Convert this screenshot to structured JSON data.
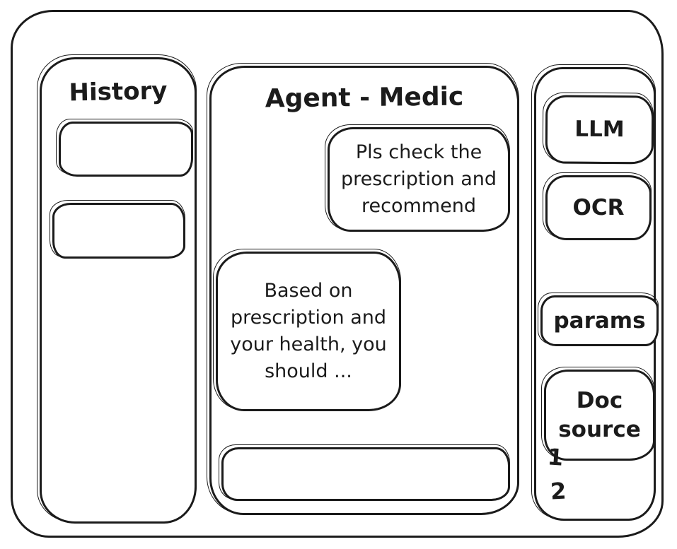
{
  "window": {
    "stroke_color": "#1b1b1b",
    "background_color": "#ffffff"
  },
  "history_panel": {
    "title": "History",
    "items": [
      {
        "label": ""
      },
      {
        "label": ""
      }
    ]
  },
  "chat_panel": {
    "title": "Agent - Medic",
    "messages": [
      {
        "role": "user",
        "text": "Pls check the prescription and recommend"
      },
      {
        "role": "assistant",
        "text": "Based on prescription and your health, you should ..."
      }
    ],
    "input": {
      "value": "",
      "placeholder": ""
    }
  },
  "tools_panel": {
    "buttons": [
      {
        "label": "LLM"
      },
      {
        "label": "OCR"
      },
      {
        "label": "params"
      },
      {
        "label": "Doc source"
      }
    ],
    "doc_source_items": [
      {
        "label": "1"
      },
      {
        "label": "2"
      }
    ]
  }
}
